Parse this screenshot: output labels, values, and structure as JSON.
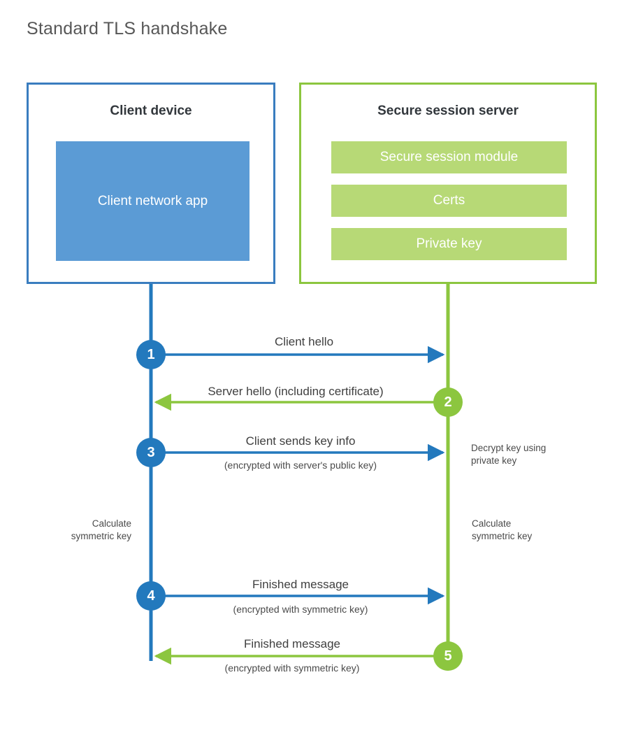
{
  "title": "Standard TLS handshake",
  "colors": {
    "client_border": "#3a7dbf",
    "client_fill": "#5b9bd5",
    "client_accent": "#2379bd",
    "server_border": "#8cc63f",
    "server_fill": "#b7d976",
    "server_accent": "#8cc63f",
    "text": "#3f3f3f"
  },
  "client": {
    "title": "Client device",
    "app_label": "Client network app"
  },
  "server": {
    "title": "Secure session server",
    "components": [
      {
        "label": "Secure session module"
      },
      {
        "label": "Certs"
      },
      {
        "label": "Private key"
      }
    ]
  },
  "steps": [
    {
      "number": "1",
      "label": "Client hello",
      "sublabel": "",
      "direction": "client-to-server",
      "origin": "client"
    },
    {
      "number": "2",
      "label": "Server hello (including certificate)",
      "sublabel": "",
      "direction": "server-to-client",
      "origin": "server"
    },
    {
      "number": "3",
      "label": "Client sends key info",
      "sublabel": "(encrypted with server's public key)",
      "direction": "client-to-server",
      "origin": "client"
    },
    {
      "number": "4",
      "label": "Finished message",
      "sublabel": "(encrypted with symmetric key)",
      "direction": "client-to-server",
      "origin": "client"
    },
    {
      "number": "5",
      "label": "Finished message",
      "sublabel": "(encrypted with symmetric key)",
      "direction": "server-to-client",
      "origin": "server"
    }
  ],
  "notes": {
    "decrypt": "Decrypt key using\nprivate key",
    "decrypt_line1": "Decrypt key using",
    "decrypt_line2": "private key",
    "calculate_client_line1": "Calculate",
    "calculate_client_line2": "symmetric key",
    "calculate_server_line1": "Calculate",
    "calculate_server_line2": "symmetric key"
  }
}
